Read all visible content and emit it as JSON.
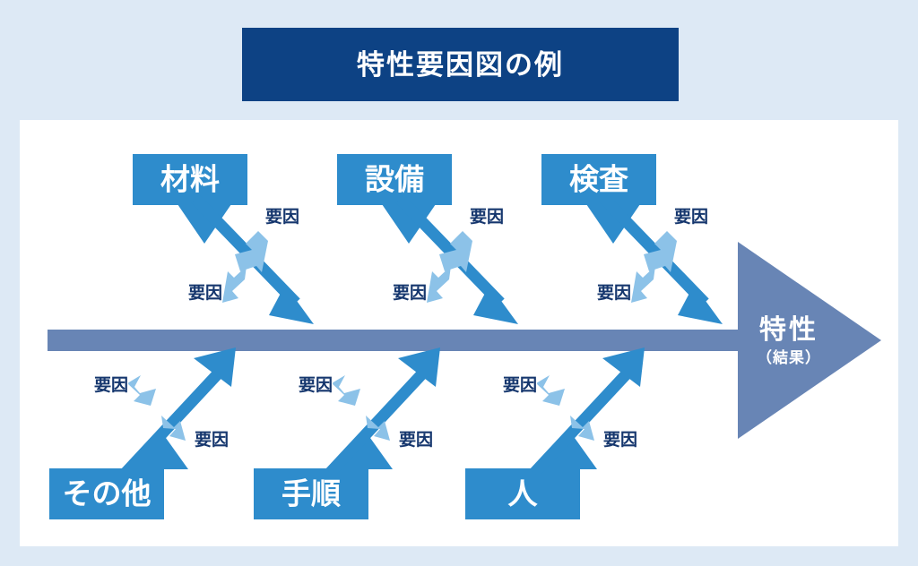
{
  "page": {
    "background_color": "#dde9f5",
    "panel_color": "#ffffff"
  },
  "header": {
    "title": "特性要因図の例",
    "banner_color": "#0d4284",
    "title_color": "#ffffff"
  },
  "diagram": {
    "type": "fishbone",
    "spine_color": "#6885b5",
    "bone_color": "#2e8ccc",
    "category_box_color": "#2e8ccc",
    "cause_label_color": "#16376e",
    "cause_arrow_color": "#8cc2e8",
    "effect": {
      "label": "特性",
      "sublabel": "（結果）"
    },
    "cause_label_text": "要因",
    "categories_top": [
      {
        "name": "材料",
        "causes": [
          "要因",
          "要因"
        ]
      },
      {
        "name": "設備",
        "causes": [
          "要因",
          "要因"
        ]
      },
      {
        "name": "検査",
        "causes": [
          "要因",
          "要因"
        ]
      }
    ],
    "categories_bottom": [
      {
        "name": "その他",
        "causes": [
          "要因",
          "要因"
        ]
      },
      {
        "name": "手順",
        "causes": [
          "要因",
          "要因"
        ]
      },
      {
        "name": "人",
        "causes": [
          "要因",
          "要因"
        ]
      }
    ]
  }
}
